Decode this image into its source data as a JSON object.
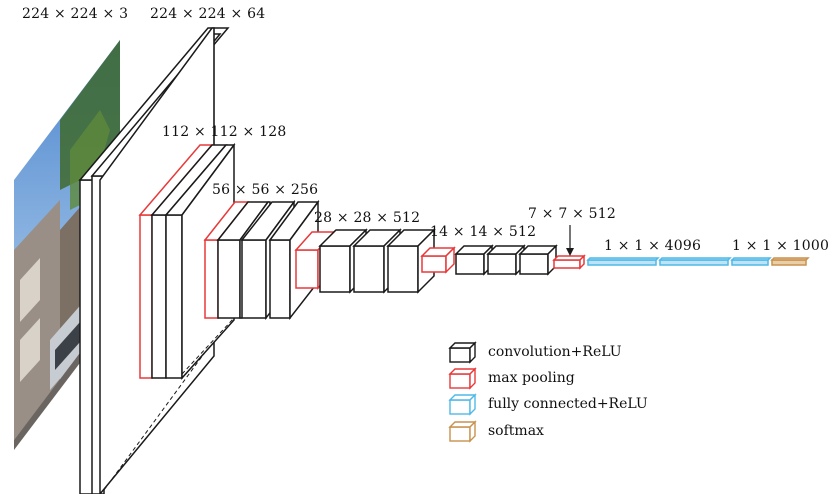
{
  "colors": {
    "conv": "#1a1a1a",
    "pool": "#e8393a",
    "fc": "#4fb9e8",
    "softmax": "#c9924e",
    "sky": "#6b9fd6",
    "building": "#8a7f74"
  },
  "labels": {
    "input": "224 × 224 × 3",
    "conv1": "224 × 224 × 64",
    "conv2": "112 × 112 × 128",
    "conv3": "56 × 56 × 256",
    "conv4": "28 × 28 × 512",
    "conv5": "14 × 14 × 512",
    "pool5": "7 × 7 × 512",
    "fc67": "1 × 1 × 4096",
    "fc8": "1 × 1 × 1000"
  },
  "legend": [
    {
      "name": "conv",
      "label": "convolution+ReLU",
      "icon": "cube-icon"
    },
    {
      "name": "pool",
      "label": "max pooling",
      "icon": "cube-icon"
    },
    {
      "name": "fc",
      "label": "fully connected+ReLU",
      "icon": "cube-icon"
    },
    {
      "name": "softmax",
      "label": "softmax",
      "icon": "cube-icon"
    }
  ]
}
